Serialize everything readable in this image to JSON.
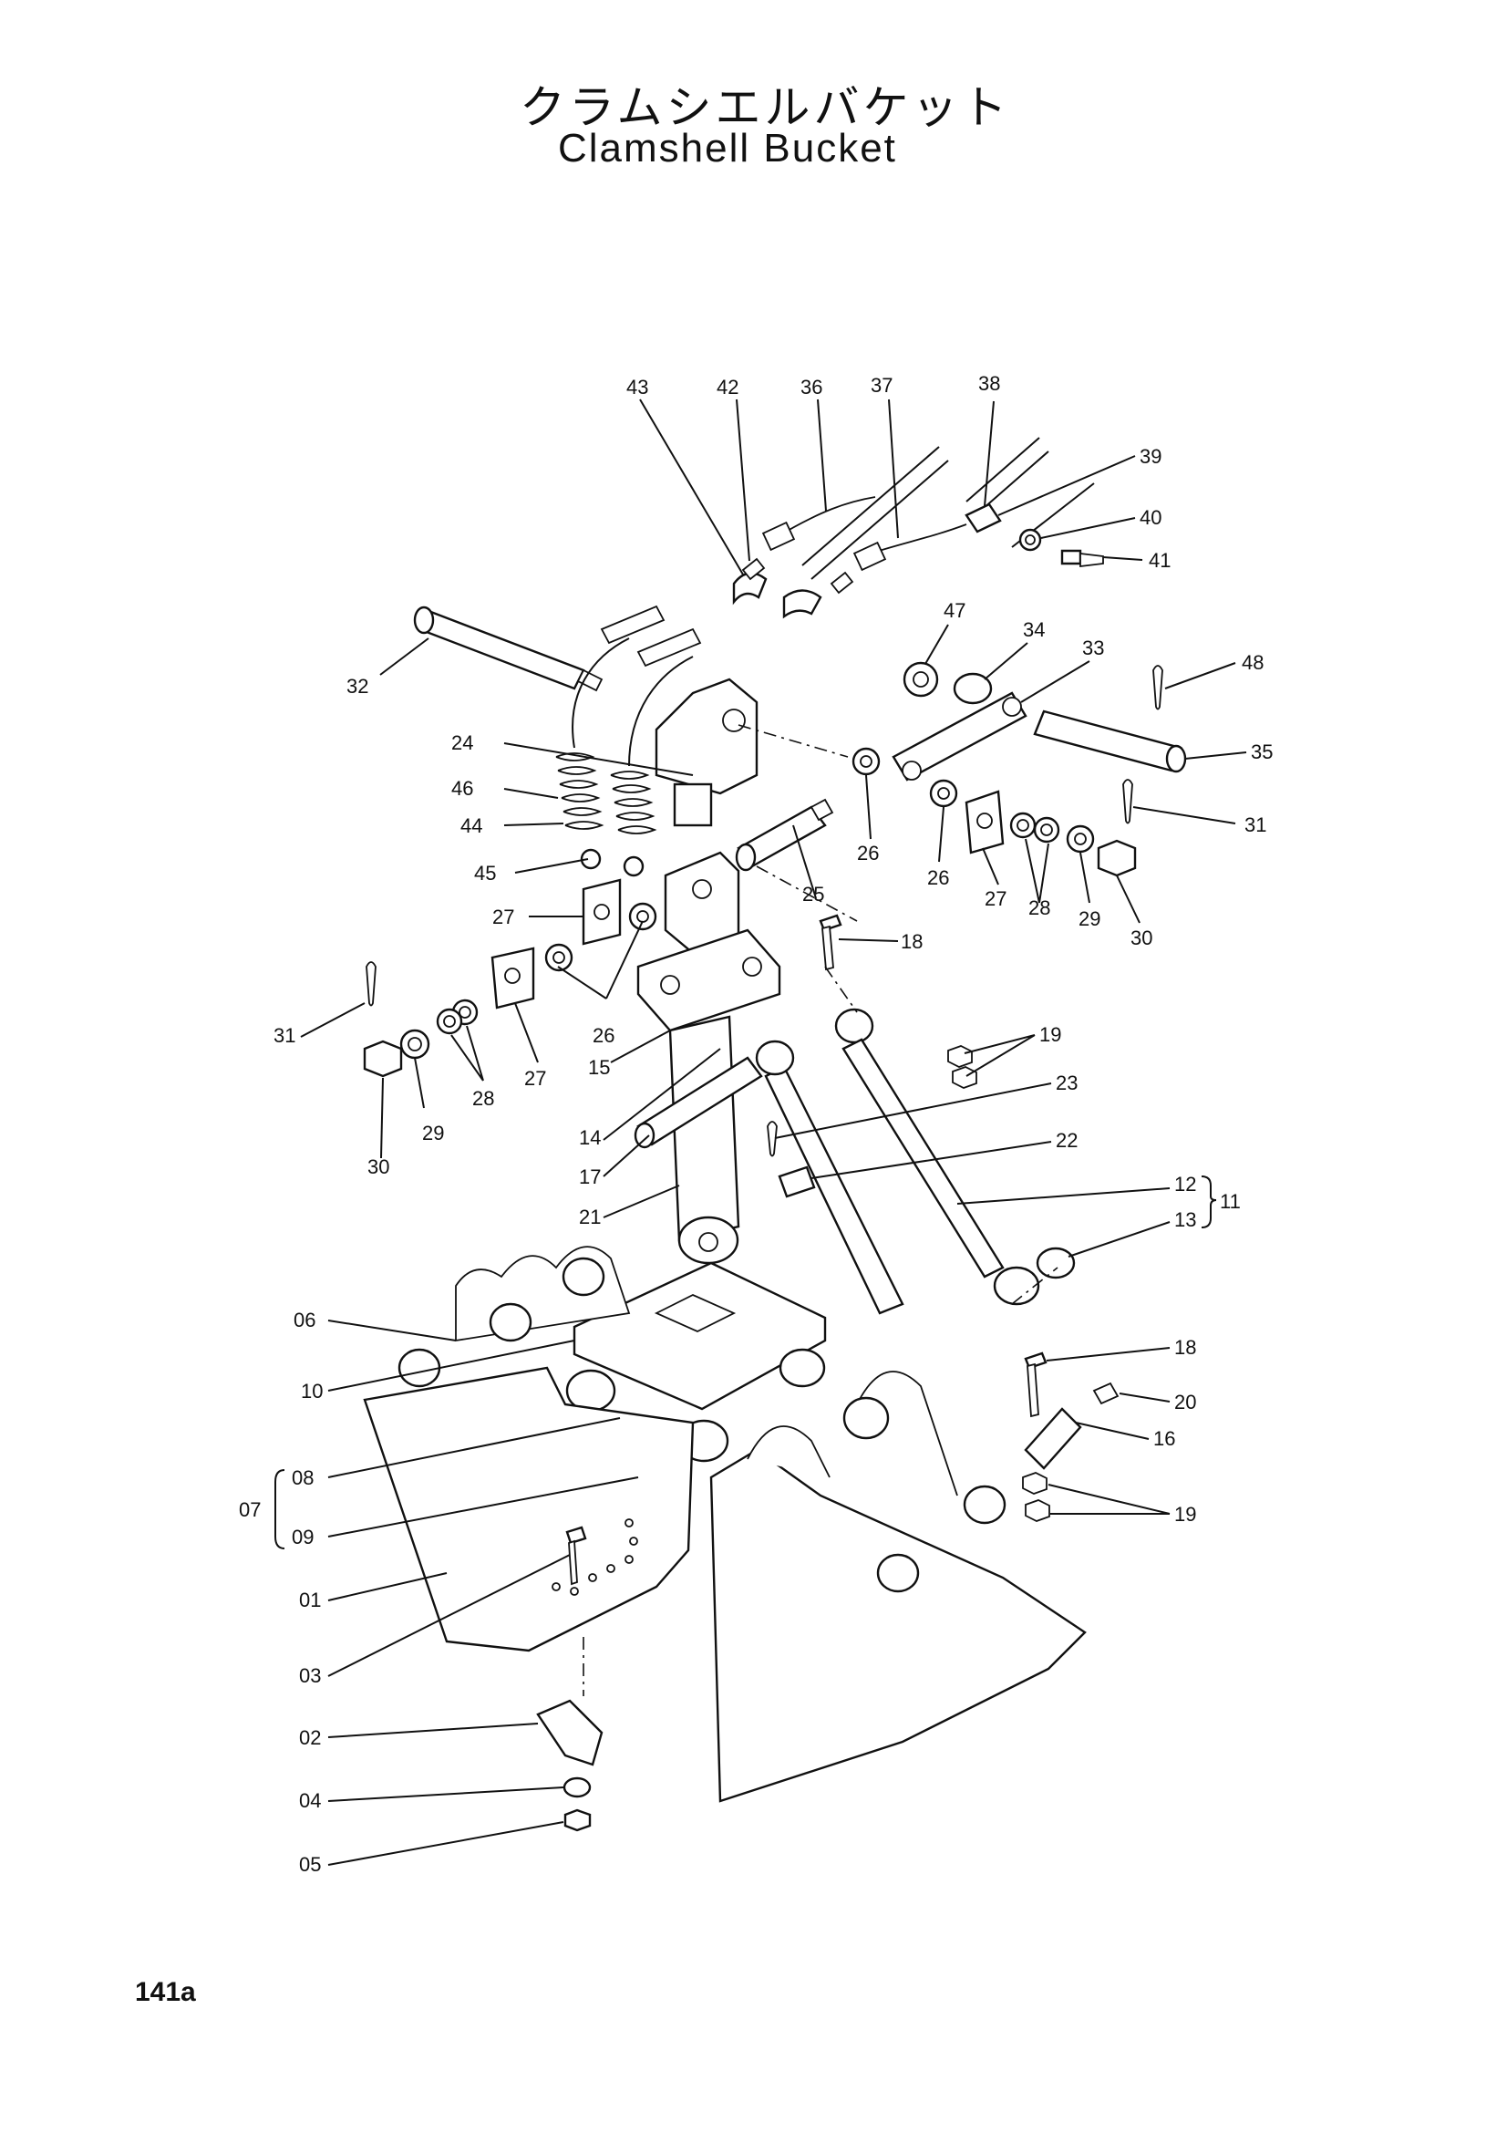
{
  "title": {
    "japanese": "クラムシエルバケット",
    "english": "Clamshell Bucket"
  },
  "page_number": "141a",
  "callouts": [
    {
      "id": "c43",
      "label": "43"
    },
    {
      "id": "c42",
      "label": "42"
    },
    {
      "id": "c36",
      "label": "36"
    },
    {
      "id": "c37",
      "label": "37"
    },
    {
      "id": "c38",
      "label": "38"
    },
    {
      "id": "c39",
      "label": "39"
    },
    {
      "id": "c40",
      "label": "40"
    },
    {
      "id": "c41",
      "label": "41"
    },
    {
      "id": "c47",
      "label": "47"
    },
    {
      "id": "c34",
      "label": "34"
    },
    {
      "id": "c33",
      "label": "33"
    },
    {
      "id": "c48",
      "label": "48"
    },
    {
      "id": "c35",
      "label": "35"
    },
    {
      "id": "c32",
      "label": "32"
    },
    {
      "id": "c24",
      "label": "24"
    },
    {
      "id": "c46",
      "label": "46"
    },
    {
      "id": "c44",
      "label": "44"
    },
    {
      "id": "c45",
      "label": "45"
    },
    {
      "id": "c27a",
      "label": "27"
    },
    {
      "id": "c26a",
      "label": "26"
    },
    {
      "id": "c26b",
      "label": "26"
    },
    {
      "id": "c27b",
      "label": "27"
    },
    {
      "id": "c28a",
      "label": "28"
    },
    {
      "id": "c29a",
      "label": "29"
    },
    {
      "id": "c30a",
      "label": "30"
    },
    {
      "id": "c31a",
      "label": "31"
    },
    {
      "id": "c25",
      "label": "25"
    },
    {
      "id": "c18a",
      "label": "18"
    },
    {
      "id": "c31b",
      "label": "31"
    },
    {
      "id": "c26c",
      "label": "26"
    },
    {
      "id": "c27c",
      "label": "27"
    },
    {
      "id": "c28b",
      "label": "28"
    },
    {
      "id": "c29b",
      "label": "29"
    },
    {
      "id": "c30b",
      "label": "30"
    },
    {
      "id": "c15",
      "label": "15"
    },
    {
      "id": "c19a",
      "label": "19"
    },
    {
      "id": "c23",
      "label": "23"
    },
    {
      "id": "c14",
      "label": "14"
    },
    {
      "id": "c22",
      "label": "22"
    },
    {
      "id": "c17",
      "label": "17"
    },
    {
      "id": "c12",
      "label": "12"
    },
    {
      "id": "c11",
      "label": "11"
    },
    {
      "id": "c21",
      "label": "21"
    },
    {
      "id": "c13",
      "label": "13"
    },
    {
      "id": "c06",
      "label": "06"
    },
    {
      "id": "c18b",
      "label": "18"
    },
    {
      "id": "c10",
      "label": "10"
    },
    {
      "id": "c20",
      "label": "20"
    },
    {
      "id": "c16",
      "label": "16"
    },
    {
      "id": "c07",
      "label": "07"
    },
    {
      "id": "c08",
      "label": "08"
    },
    {
      "id": "c09",
      "label": "09"
    },
    {
      "id": "c19b",
      "label": "19"
    },
    {
      "id": "c01",
      "label": "01"
    },
    {
      "id": "c03",
      "label": "03"
    },
    {
      "id": "c02",
      "label": "02"
    },
    {
      "id": "c04",
      "label": "04"
    },
    {
      "id": "c05",
      "label": "05"
    }
  ]
}
